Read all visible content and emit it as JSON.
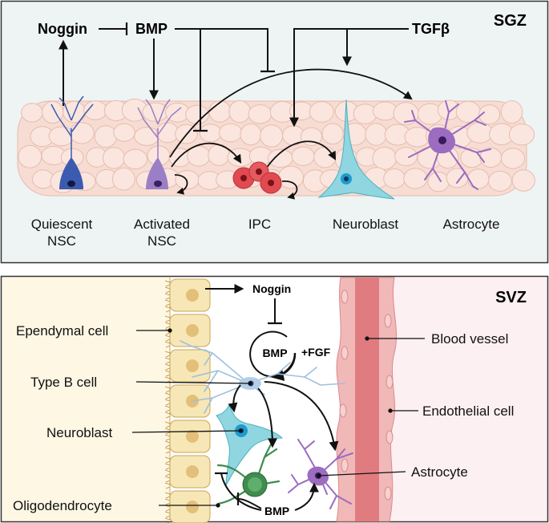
{
  "sgz": {
    "panel_label": "SGZ",
    "signals": {
      "noggin": "Noggin",
      "bmp": "BMP",
      "tgfb": "TGFβ"
    },
    "cells": {
      "quiescent_nsc": {
        "line1": "Quiescent",
        "line2": "NSC"
      },
      "activated_nsc": {
        "line1": "Activated",
        "line2": "NSC"
      },
      "ipc": "IPC",
      "neuroblast": "Neuroblast",
      "astrocyte": "Astrocyte"
    }
  },
  "svz": {
    "panel_label": "SVZ",
    "signals": {
      "noggin": "Noggin",
      "bmp": "BMP",
      "fgf": "+FGF",
      "bmp_bottom": "BMP"
    },
    "labels": {
      "ependymal_cell": "Ependymal cell",
      "type_b_cell": "Type B cell",
      "neuroblast": "Neuroblast",
      "oligodendrocyte": "Oligodendrocyte",
      "blood_vessel": "Blood vessel",
      "endothelial_cell": "Endothelial cell",
      "astrocyte": "Astrocyte"
    }
  },
  "colors": {
    "sgz_background": "#eef4f3",
    "tissue": "#f7dcd3",
    "tissue_stroke": "#e6bcae",
    "svz_left_background": "#fdf7e4",
    "svz_right_background": "#fcf0f2",
    "ependymal": "#f7e7b6",
    "vessel": "#e07b80",
    "quiescent_nsc": "#3b5bb0",
    "activated_nsc": "#9b7fc6",
    "ipc": "#e04a50",
    "neuroblast": "#8fd6e0",
    "astrocyte": "#9b6cc0",
    "oligodendrocyte": "#3e8c4e"
  }
}
